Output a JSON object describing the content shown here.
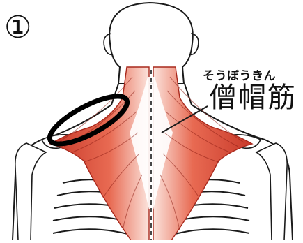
{
  "step_marker": "①",
  "muscle": {
    "furigana": "そうぼうきん",
    "name": "僧帽筋"
  },
  "colors": {
    "muscle_red": "#e0563f",
    "muscle_dark": "#a8281c",
    "outline": "#1a1a1a",
    "highlight_ring": "#000000"
  },
  "icons": {
    "figure": "trapezius-back-illustration",
    "marker": "highlight-ellipse"
  }
}
